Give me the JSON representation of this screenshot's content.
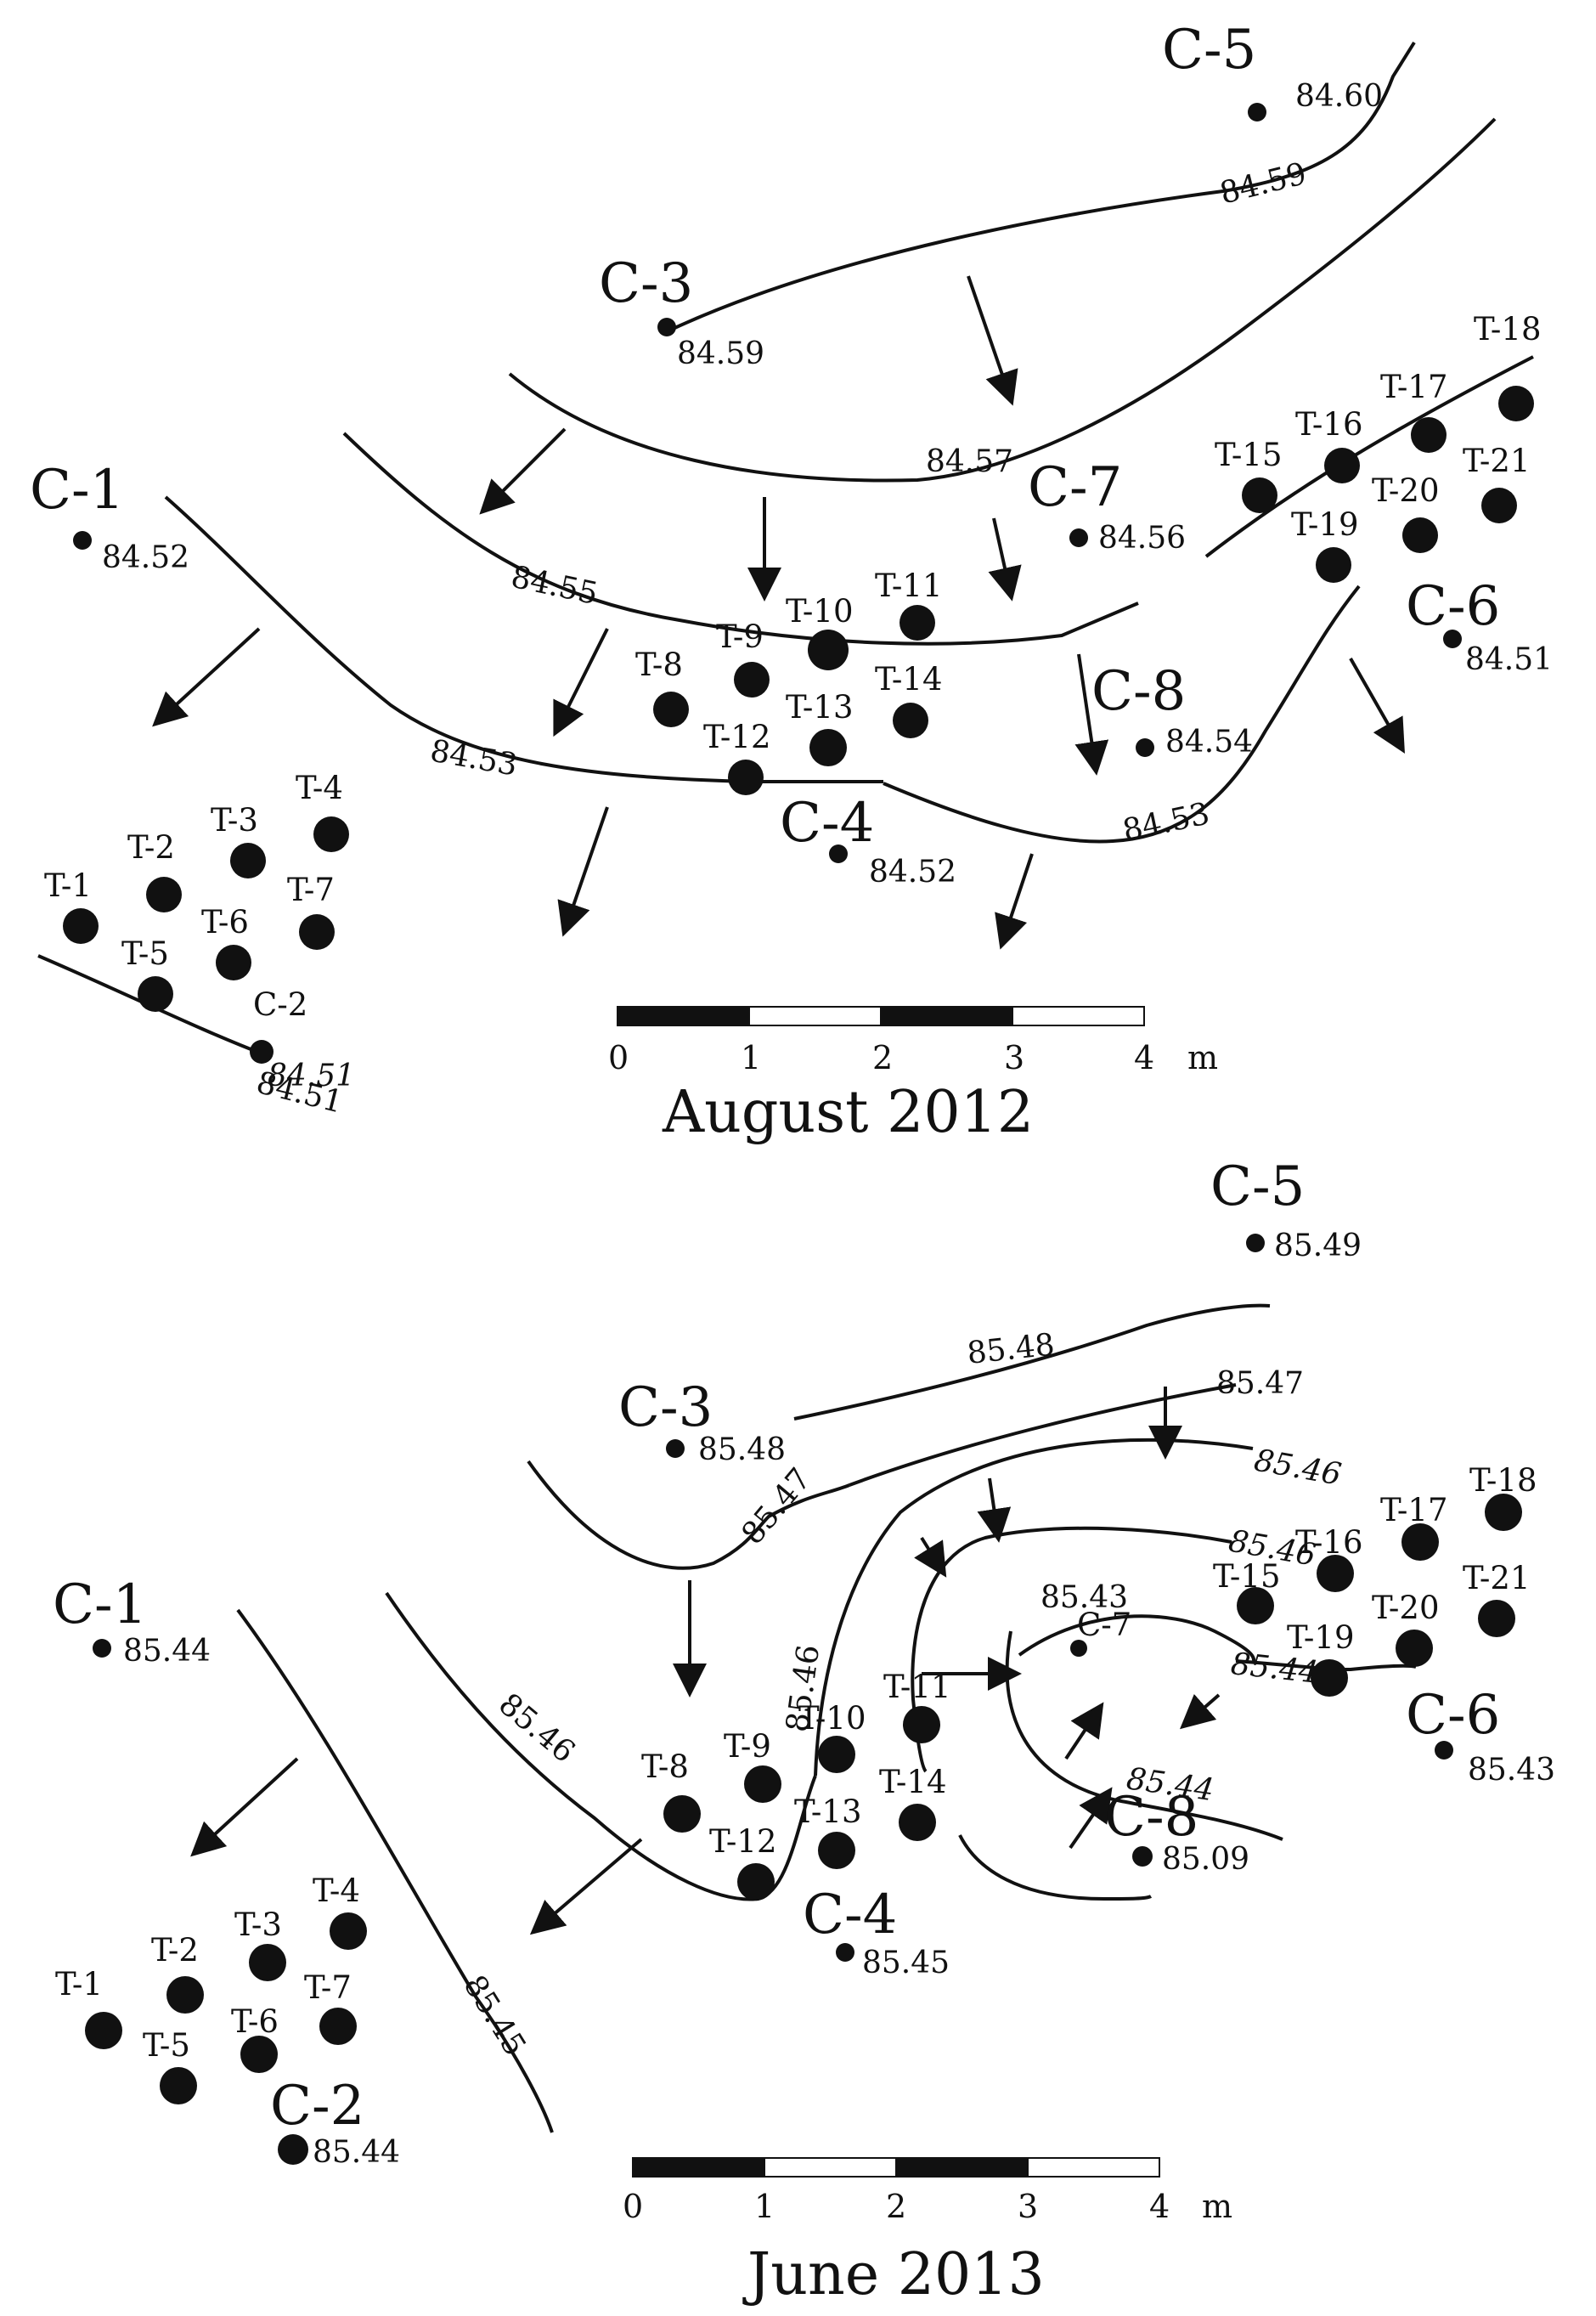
{
  "panels": [
    {
      "title": "August 2012",
      "wells": [
        {
          "id": "c5",
          "name": "C-5",
          "big": true,
          "elev": "84.60"
        },
        {
          "id": "c3",
          "name": "C-3",
          "big": true,
          "elev": "84.59"
        },
        {
          "id": "c1",
          "name": "C-1",
          "big": true,
          "elev": "84.52"
        },
        {
          "id": "c7",
          "name": "C-7",
          "big": true,
          "elev": "84.56"
        },
        {
          "id": "c6",
          "name": "C-6",
          "big": true,
          "elev": "84.51"
        },
        {
          "id": "c8",
          "name": "C-8",
          "big": true,
          "elev": "84.54"
        },
        {
          "id": "c4",
          "name": "C-4",
          "big": true,
          "elev": "84.52"
        },
        {
          "id": "c2",
          "name": "C-2",
          "big": false,
          "elev": "84.51"
        },
        {
          "id": "t1",
          "name": "T-1"
        },
        {
          "id": "t2",
          "name": "T-2"
        },
        {
          "id": "t3",
          "name": "T-3"
        },
        {
          "id": "t4",
          "name": "T-4"
        },
        {
          "id": "t5",
          "name": "T-5"
        },
        {
          "id": "t6",
          "name": "T-6"
        },
        {
          "id": "t7",
          "name": "T-7"
        },
        {
          "id": "t8",
          "name": "T-8"
        },
        {
          "id": "t9",
          "name": "T-9"
        },
        {
          "id": "t10",
          "name": "T-10"
        },
        {
          "id": "t11",
          "name": "T-11"
        },
        {
          "id": "t12",
          "name": "T-12"
        },
        {
          "id": "t13",
          "name": "T-13"
        },
        {
          "id": "t14",
          "name": "T-14"
        },
        {
          "id": "t15",
          "name": "T-15"
        },
        {
          "id": "t16",
          "name": "T-16"
        },
        {
          "id": "t17",
          "name": "T-17"
        },
        {
          "id": "t18",
          "name": "T-18"
        },
        {
          "id": "t19",
          "name": "T-19"
        },
        {
          "id": "t20",
          "name": "T-20"
        },
        {
          "id": "t21",
          "name": "T-21"
        }
      ],
      "contour_labels": [
        "84.59",
        "84.57",
        "84.55",
        "84.53",
        "84.53",
        "84.51"
      ],
      "scale": {
        "ticks": [
          "0",
          "1",
          "2",
          "3",
          "4"
        ],
        "unit": "m"
      }
    },
    {
      "title": "June 2013",
      "wells": [
        {
          "id": "c5",
          "name": "C-5",
          "big": true,
          "elev": "85.49"
        },
        {
          "id": "c3",
          "name": "C-3",
          "big": true,
          "elev": "85.48"
        },
        {
          "id": "c1",
          "name": "C-1",
          "big": true,
          "elev": "85.44"
        },
        {
          "id": "c7",
          "name": "C-7",
          "big": false,
          "elev": ""
        },
        {
          "id": "c6",
          "name": "C-6",
          "big": true,
          "elev": "85.43"
        },
        {
          "id": "c8",
          "name": "C-8",
          "big": true,
          "elev": "85.09"
        },
        {
          "id": "c4",
          "name": "C-4",
          "big": true,
          "elev": "85.45"
        },
        {
          "id": "c2",
          "name": "C-2",
          "big": true,
          "elev": "85.44"
        },
        {
          "id": "t1",
          "name": "T-1"
        },
        {
          "id": "t2",
          "name": "T-2"
        },
        {
          "id": "t3",
          "name": "T-3"
        },
        {
          "id": "t4",
          "name": "T-4"
        },
        {
          "id": "t5",
          "name": "T-5"
        },
        {
          "id": "t6",
          "name": "T-6"
        },
        {
          "id": "t7",
          "name": "T-7"
        },
        {
          "id": "t8",
          "name": "T-8"
        },
        {
          "id": "t9",
          "name": "T-9"
        },
        {
          "id": "t10",
          "name": "T-10"
        },
        {
          "id": "t11",
          "name": "T-11"
        },
        {
          "id": "t12",
          "name": "T-12"
        },
        {
          "id": "t13",
          "name": "T-13"
        },
        {
          "id": "t14",
          "name": "T-14"
        },
        {
          "id": "t15",
          "name": "T-15"
        },
        {
          "id": "t16",
          "name": "T-16"
        },
        {
          "id": "t17",
          "name": "T-17"
        },
        {
          "id": "t18",
          "name": "T-18"
        },
        {
          "id": "t19",
          "name": "T-19"
        },
        {
          "id": "t20",
          "name": "T-20"
        },
        {
          "id": "t21",
          "name": "T-21"
        }
      ],
      "contour_labels": [
        "85.48",
        "85.47",
        "85.47",
        "85.46",
        "85.46",
        "85.46",
        "85.46",
        "85.45",
        "85.43",
        "85.44",
        "85.44"
      ],
      "scale": {
        "ticks": [
          "0",
          "1",
          "2",
          "3",
          "4"
        ],
        "unit": "m"
      }
    }
  ]
}
